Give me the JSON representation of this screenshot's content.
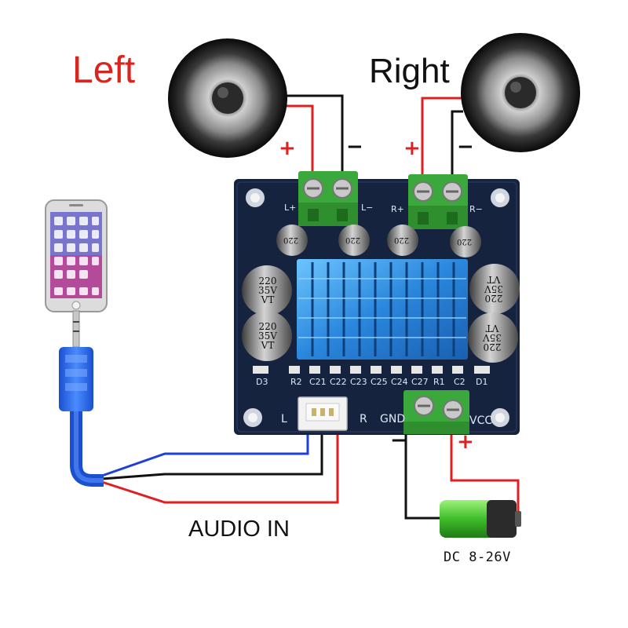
{
  "labels": {
    "left": "Left",
    "right": "Right",
    "audio_in": "AUDIO IN",
    "dc_supply": "DC 8-26V"
  },
  "polarity": {
    "plus": "+",
    "minus": "−"
  },
  "board_silkscreen": {
    "left_plus": "L+",
    "left_minus": "L−",
    "right_plus": "R+",
    "right_minus": "R−",
    "input_left": "L",
    "input_right": "R",
    "gnd": "GND",
    "vcc": "VCC",
    "parts": [
      "D3",
      "R2",
      "C21",
      "C22",
      "C23",
      "C25",
      "C24",
      "C27",
      "R1",
      "C2",
      "D1"
    ]
  },
  "capacitors": {
    "large_marking": [
      "220",
      "35V",
      "VT"
    ],
    "small_marking": "220"
  },
  "colors": {
    "positive_wire": "#e02020",
    "negative_wire": "#111111",
    "signal_wire": "#1f3fd8",
    "pcb": "#15233f",
    "heatsink": "#2f8fe0",
    "terminal": "#3aa83a",
    "battery": "#5fd53a"
  }
}
